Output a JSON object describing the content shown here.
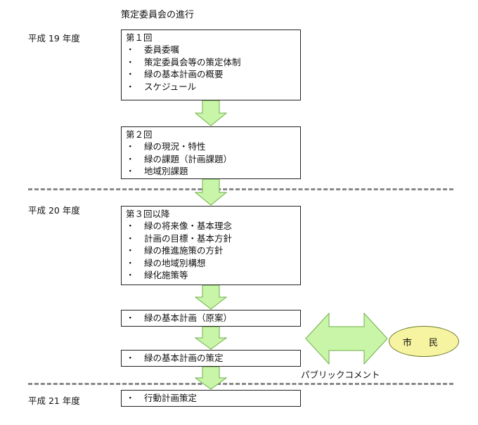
{
  "title": "策定委員会の進行",
  "years": [
    "平成 19 年度",
    "平成 20 年度",
    "平成 21 年度"
  ],
  "bullet": "・",
  "boxes": [
    {
      "title": "第１回",
      "items": [
        "委員委嘱",
        "策定委員会等の策定体制",
        "緑の基本計画の概要",
        "スケジュール"
      ]
    },
    {
      "title": "第２回",
      "items": [
        "緑の現況・特性",
        "緑の課題（計画課題）",
        "地域別課題"
      ]
    },
    {
      "title": "第３回以降",
      "items": [
        "緑の将来像・基本理念",
        "計画の目標・基本方針",
        "緑の推進施策の方針",
        "緑の地域別構想",
        "緑化施策等"
      ]
    },
    {
      "title": "",
      "items": [
        "緑の基本計画（原案）"
      ]
    },
    {
      "title": "",
      "items": [
        "緑の基本計画の策定"
      ]
    },
    {
      "title": "",
      "items": [
        "行動計画策定"
      ]
    }
  ],
  "citizen": "市 民",
  "public_comment": "パブリックコメント",
  "colors": {
    "arrow_fill": "#c9f5a9",
    "arrow_stroke": "#6fae45",
    "ellipse_fill": "#f7f4a1",
    "divider": "#888888"
  }
}
